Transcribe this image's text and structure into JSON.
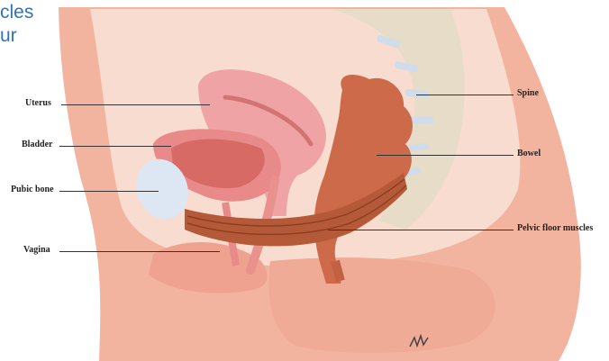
{
  "heading": {
    "line1": "cles",
    "line2": "ur"
  },
  "labels": {
    "uterus": "Uterus",
    "bladder": "Bladder",
    "pubic_bone": "Pubic bone",
    "vagina": "Vagina",
    "spine": "Spine",
    "bowel": "Bowel",
    "pelvic_floor": "Pelvic floor muscles"
  },
  "colors": {
    "skin": "#f3b49f",
    "skin_inner": "#f8dccf",
    "uterus": "#f0a3a5",
    "bladder": "#e98a8a",
    "bowel": "#cc6a4a",
    "muscle": "#b55a39",
    "bone": "#dde6f3",
    "spine": "#e6dcc8",
    "heading": "#2f74b5"
  }
}
